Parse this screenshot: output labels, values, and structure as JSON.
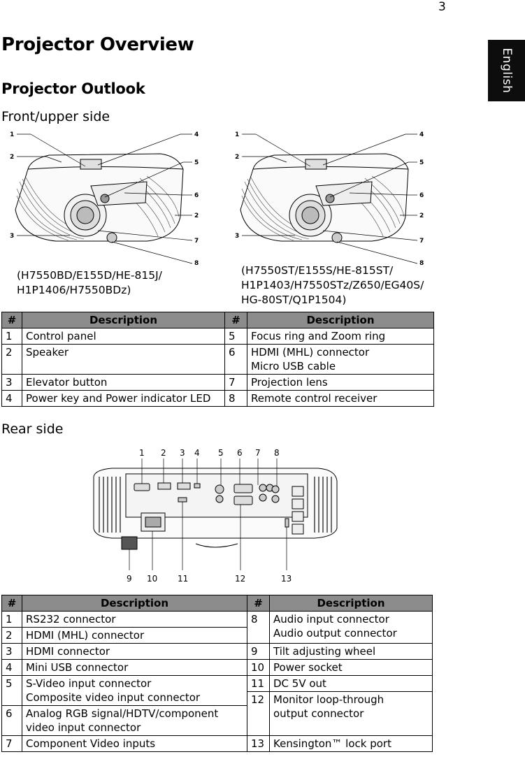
{
  "page": {
    "number": "3",
    "language_tab": "English"
  },
  "headings": {
    "title": "Projector Overview",
    "subtitle": "Projector Outlook",
    "front_upper": "Front/upper side",
    "rear": "Rear side"
  },
  "front_figures": [
    {
      "callouts": [
        "1",
        "2",
        "3",
        "4",
        "5",
        "6",
        "2",
        "7",
        "8"
      ],
      "caption": "(H7550BD/E155D/HE-815J/\nH1P1406/H7550BDz)"
    },
    {
      "callouts": [
        "1",
        "2",
        "3",
        "4",
        "5",
        "6",
        "2",
        "7",
        "8"
      ],
      "caption": "(H7550ST/E155S/HE-815ST/\nH1P1403/H7550STz/Z650/EG40S/\nHG-80ST/Q1P1504)"
    }
  ],
  "front_table": {
    "headers": [
      "#",
      "Description",
      "#",
      "Description"
    ],
    "rows": [
      [
        "1",
        "Control panel",
        "5",
        "Focus ring and Zoom ring"
      ],
      [
        "2",
        "Speaker",
        "6",
        "HDMI (MHL) connector\nMicro USB cable"
      ],
      [
        "3",
        "Elevator button",
        "7",
        "Projection lens"
      ],
      [
        "4",
        "Power key and Power indicator LED",
        "8",
        "Remote control receiver"
      ]
    ]
  },
  "rear_figure": {
    "top_callouts": [
      "1",
      "2",
      "3",
      "4",
      "5",
      "6",
      "7",
      "8"
    ],
    "bottom_callouts": [
      "9",
      "10",
      "11",
      "12",
      "13"
    ]
  },
  "rear_table": {
    "headers": [
      "#",
      "Description",
      "#",
      "Description"
    ],
    "left": [
      [
        "1",
        "RS232 connector"
      ],
      [
        "2",
        "HDMI (MHL) connector"
      ],
      [
        "3",
        "HDMI connector"
      ],
      [
        "4",
        "Mini USB connector"
      ],
      [
        "5",
        "S-Video input connector\nComposite video input connector"
      ],
      [
        "6",
        "Analog RGB signal/HDTV/component\nvideo input connector"
      ],
      [
        "7",
        "Component Video inputs"
      ]
    ],
    "right": [
      [
        "8",
        "Audio input connector\nAudio output connector"
      ],
      [
        "9",
        "Tilt adjusting wheel"
      ],
      [
        "10",
        "Power socket"
      ],
      [
        "11",
        "DC 5V out"
      ],
      [
        "12",
        "Monitor loop-through\noutput connector"
      ],
      [
        "13",
        "Kensington™ lock port"
      ]
    ]
  }
}
